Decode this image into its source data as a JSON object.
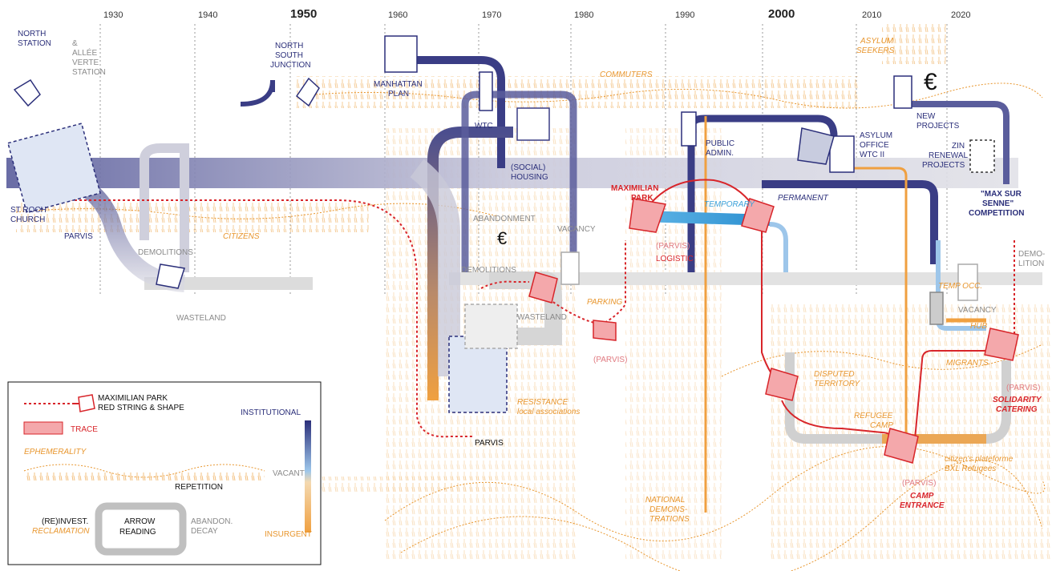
{
  "years": [
    "1930",
    "1940",
    "1950",
    "1960",
    "1970",
    "1980",
    "1990",
    "2000",
    "2010",
    "2020"
  ],
  "labels": {
    "north_station_1": "NORTH",
    "north_station_2": "STATION",
    "allee_1": "&",
    "allee_2": "ALLÉE",
    "allee_3": "VERTE",
    "allee_4": "STATION",
    "nsj_1": "NORTH",
    "nsj_2": "SOUTH",
    "nsj_3": "JUNCTION",
    "manhattan_1": "MANHATTAN",
    "manhattan_2": "PLAN",
    "wtc": "WTC",
    "social_1": "(SOCIAL)",
    "social_2": "HOUSING",
    "public_1": "PUBLIC",
    "public_2": "ADMIN.",
    "asylum_office_1": "ASYLUM",
    "asylum_office_2": "OFFICE",
    "asylum_office_3": "WTC II",
    "new_projects_1": "NEW",
    "new_projects_2": "PROJECTS",
    "zin_1": "ZIN",
    "zin_2": "RENEWAL",
    "zin_3": "PROJECTS",
    "st_roch_1": "ST ROCH",
    "st_roch_2": "CHURCH",
    "parvis": "PARVIS",
    "demolitions": "DEMOLITIONS",
    "demolitions2": "DEMOLITIONS",
    "wasteland": "WASTELAND",
    "wasteland2": "WASTELAND",
    "abandonment": "ABANDONMENT",
    "vacancy": "VACANCY",
    "vacancy2": "VACANCY",
    "citizens": "CITIZENS",
    "commuters": "COMMUTERS",
    "asylum_seekers_1": "ASYLUM",
    "asylum_seekers_2": "SEEKERS",
    "max_park_1": "MAXIMILIAN",
    "max_park_2": "PARK",
    "parvis_paren": "(PARVIS)",
    "logistic": "LOGISTIC",
    "temporary": "TEMPORARY",
    "permanent": "PERMANENT",
    "max_sur_1": "\"MAX SUR",
    "max_sur_2": "SENNE\"",
    "max_sur_3": "COMPETITION",
    "demolition_1": "DEMO-",
    "demolition_2": "LITION",
    "temp_occ": "TEMP OCC.",
    "hub": "HUB",
    "parking": "PARKING",
    "parvis_paren2": "(PARVIS)",
    "resistance_1": "RESISTANCE",
    "resistance_2": "local associations",
    "parvis_big": "PARVIS",
    "disputed_1": "DISPUTED",
    "disputed_2": "TERRITORY",
    "migrants": "MIGRANTS",
    "refugee_1": "REFUGEE",
    "refugee_2": "CAMP",
    "parvis_paren3": "(PARVIS)",
    "camp_1": "CAMP",
    "camp_2": "ENTRANCE",
    "platform_1": "citizen's plateforme",
    "platform_2": "BXL Refugees",
    "parvis_paren4": "(PARVIS)",
    "solidarity_1": "SOLIDARITY",
    "solidarity_2": "CATERING",
    "national_1": "NATIONAL",
    "national_2": "DEMONS-",
    "national_3": "TRATIONS"
  },
  "legend": {
    "red_string_1": "MAXIMILIAN PARK",
    "red_string_2": "RED STRING & SHAPE",
    "trace": "TRACE",
    "institutional": "INSTITUTIONAL",
    "vacant": "VACANT",
    "insurgent": "INSURGENT",
    "ephemerality": "EPHEMERALITY",
    "repetition": "REPETITION",
    "reinvest_1": "(RE)INVEST.",
    "reinvest_2": "RECLAMATION",
    "arrow_1": "ARROW",
    "arrow_2": "READING",
    "abandon_1": "ABANDON.",
    "abandon_2": "DECAY"
  },
  "colors": {
    "institutional": "#2b2f7a",
    "vacant": "#d6d6d6",
    "insurgent": "#f0a040",
    "red": "#d8252a",
    "cyan": "#3aa0d8",
    "trace": "#f4a8ab"
  }
}
